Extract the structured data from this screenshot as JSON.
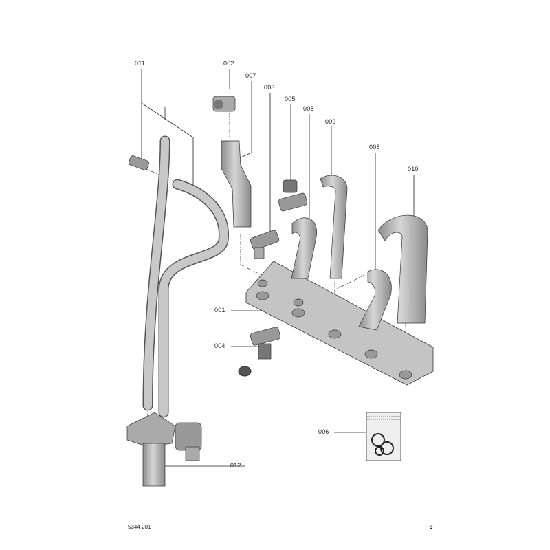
{
  "diagram": {
    "part_labels": {
      "p011": "011",
      "p002": "002",
      "p007": "007",
      "p003": "003",
      "p005": "005",
      "p008a": "008",
      "p009": "009",
      "p008b": "008",
      "p010": "010",
      "p001": "001",
      "p004": "004",
      "p006": "006",
      "p012": "012"
    },
    "colors": {
      "part_fill": "#b8b8b8",
      "part_dark": "#7a7a7a",
      "line": "#222222"
    }
  },
  "footer": {
    "doc_number": "5344 201",
    "page_number": "3"
  }
}
